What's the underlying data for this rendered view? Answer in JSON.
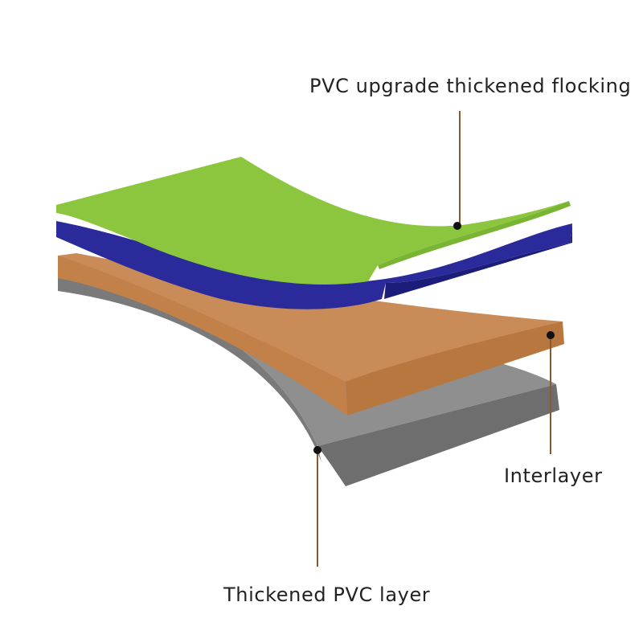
{
  "labels": {
    "top": "PVC upgrade thickened flocking",
    "middle": "Interlayer",
    "bottom": "Thickened PVC layer"
  },
  "colors": {
    "flocking_face": "#8cc63f",
    "flocking_edge": "#6fae2c",
    "blue_face": "#2a2a9a",
    "blue_side": "#1c1c7a",
    "interlayer_face": "#c98b58",
    "interlayer_side": "#b7773f",
    "pvc_face": "#8a8a8a",
    "pvc_side": "#6c6c6c",
    "leader": "#8a5a2e",
    "text": "#222222"
  }
}
